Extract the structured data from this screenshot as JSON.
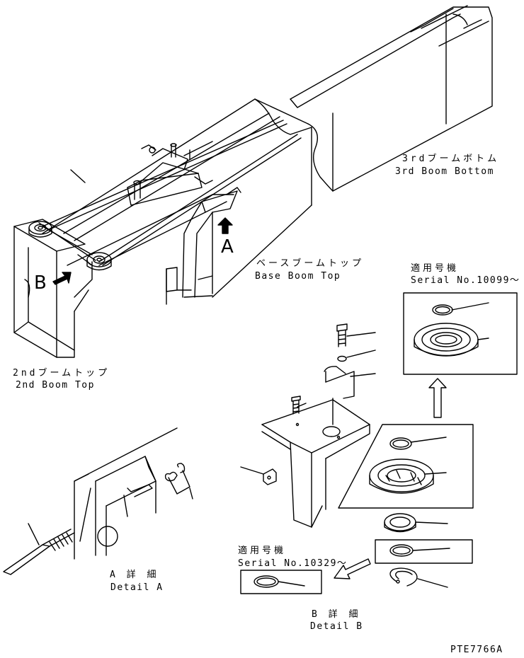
{
  "labels": {
    "third_boom_bottom_jp": "3rdブームボトム",
    "third_boom_bottom_en": "3rd Boom Bottom",
    "base_boom_top_jp": "ベースブームトップ",
    "base_boom_top_en": "Base Boom Top",
    "second_boom_top_jp": "2ndブームトップ",
    "second_boom_top_en": "2nd Boom Top",
    "callout_a": "A",
    "callout_b": "B",
    "serial_top_jp": "適用号機",
    "serial_top_en": "Serial No.10099～",
    "serial_bottom_jp": "適用号機",
    "serial_bottom_en": "Serial No.10329～",
    "detail_a_jp": "A 詳 細",
    "detail_a_en": "Detail A",
    "detail_b_jp": "B 詳 細",
    "detail_b_en": "Detail B",
    "drawing_code": "PTE7766A"
  }
}
